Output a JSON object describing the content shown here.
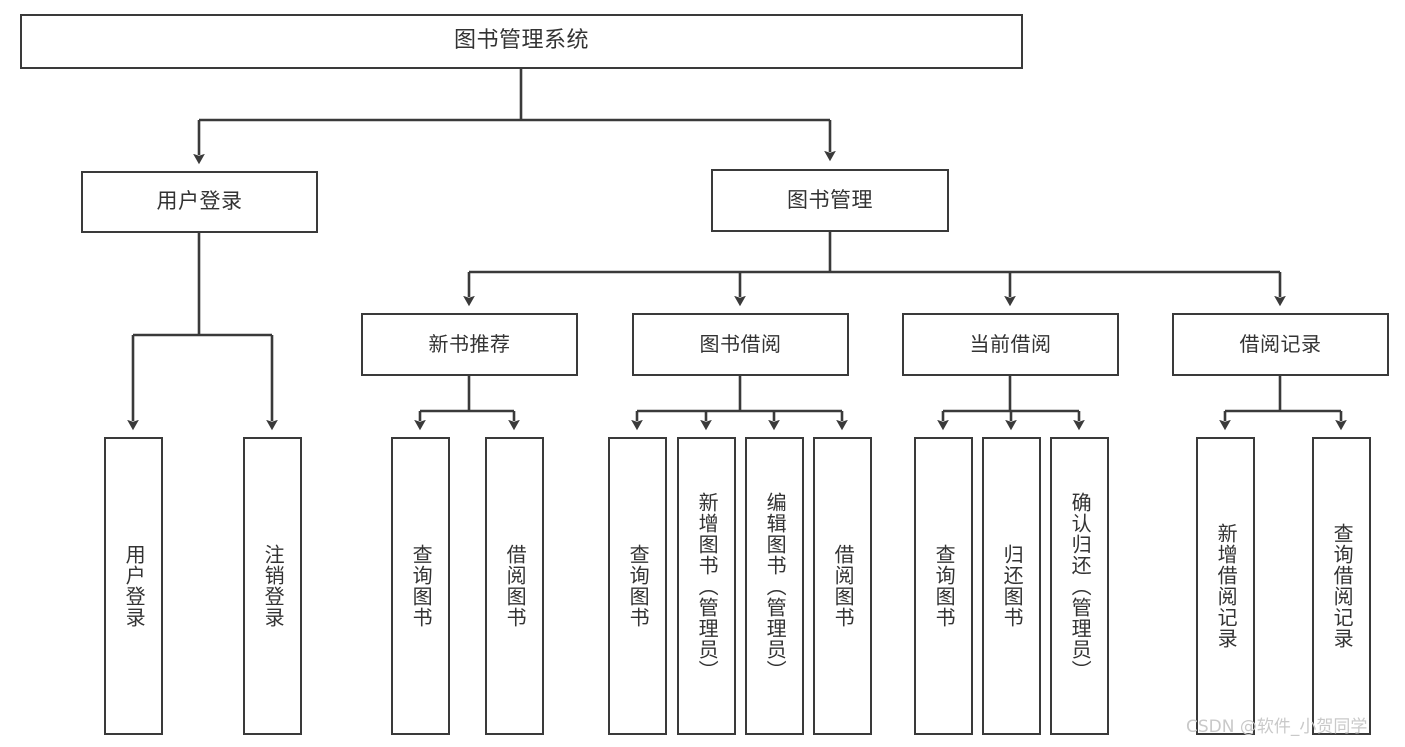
{
  "diagram": {
    "title": "图书管理系统",
    "type": "hierarchy-tree",
    "watermark": "CSDN @软件_小贺同学",
    "line_color": "#3a3a3a",
    "box_fill": "#ffffff",
    "text_color": "#333333",
    "watermark_color": "#c9c9c9"
  },
  "nodes": {
    "root": {
      "label": "图书管理系统"
    },
    "level2": [
      {
        "id": "user-login",
        "label": "用户登录"
      },
      {
        "id": "book-manage",
        "label": "图书管理"
      }
    ],
    "level3": [
      {
        "id": "new-book-recommend",
        "label": "新书推荐"
      },
      {
        "id": "book-borrow",
        "label": "图书借阅"
      },
      {
        "id": "current-borrow",
        "label": "当前借阅"
      },
      {
        "id": "borrow-record",
        "label": "借阅记录"
      }
    ],
    "leaves": [
      {
        "id": "leaf-user-login",
        "parent": "user-login",
        "label": "用户登录"
      },
      {
        "id": "leaf-logout",
        "parent": "user-login",
        "label": "注销登录"
      },
      {
        "id": "leaf-query-book-1",
        "parent": "new-book-recommend",
        "label": "查询图书"
      },
      {
        "id": "leaf-borrow-book-1",
        "parent": "new-book-recommend",
        "label": "借阅图书"
      },
      {
        "id": "leaf-query-book-2",
        "parent": "book-borrow",
        "label": "查询图书"
      },
      {
        "id": "leaf-add-book",
        "parent": "book-borrow",
        "label": "新增图书（管理员）"
      },
      {
        "id": "leaf-edit-book",
        "parent": "book-borrow",
        "label": "编辑图书（管理员）"
      },
      {
        "id": "leaf-borrow-book-2",
        "parent": "book-borrow",
        "label": "借阅图书"
      },
      {
        "id": "leaf-query-book-3",
        "parent": "current-borrow",
        "label": "查询图书"
      },
      {
        "id": "leaf-return-book",
        "parent": "current-borrow",
        "label": "归还图书"
      },
      {
        "id": "leaf-confirm-return",
        "parent": "current-borrow",
        "label": "确认归还（管理员）"
      },
      {
        "id": "leaf-add-record",
        "parent": "borrow-record",
        "label": "新增借阅记录"
      },
      {
        "id": "leaf-query-record",
        "parent": "borrow-record",
        "label": "查询借阅记录"
      }
    ]
  }
}
